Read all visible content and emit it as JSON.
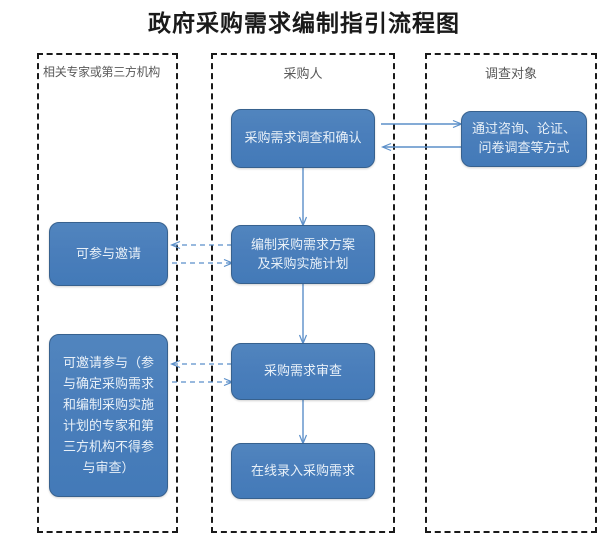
{
  "title": "政府采购需求编制指引流程图",
  "lanes": [
    {
      "id": "experts",
      "label": "相关专家或第三方机构"
    },
    {
      "id": "purchaser",
      "label": "采购人"
    },
    {
      "id": "survey-target",
      "label": "调查对象"
    }
  ],
  "nodes": {
    "survey_confirm": "采购需求调查和确认",
    "survey_methods": "通过咨询、论证、\n问卷调查等方式",
    "may_join_invite": "可参与邀请",
    "make_plan": "编制采购需求方案\n及采购实施计划",
    "may_invite_review": "可邀请参与（参\n与确定采购需求\n和编制采购实施\n计划的专家和第\n三方机构不得参\n与审查）",
    "demand_review": "采购需求审查",
    "online_entry": "在线录入采购需求"
  },
  "connector_labels": {
    "flow_confirm_to_plan": "采购需求调查和确认 → 编制采购需求方案及采购实施计划",
    "flow_plan_to_review": "编制采购需求方案及采购实施计划 → 采购需求审查",
    "flow_review_to_entry": "采购需求审查 → 在线录入采购需求",
    "flow_confirm_to_methods": "采购需求调查和确认 → 通过咨询、论证、问卷调查等方式",
    "flow_methods_to_confirm": "通过咨询、论证、问卷调查等方式 → 采购需求调查和确认",
    "flow_plan_to_experts": "编制采购需求方案及采购实施计划 ⇄ 可参与邀请",
    "flow_review_to_experts": "采购需求审查 ⇄ 可邀请参与"
  },
  "colors": {
    "node_fill": "#4a7ebb",
    "node_border": "#37618e",
    "node_text": "#e8f0f8",
    "lane_border": "#1a1a1a",
    "lane_label": "#595959",
    "connector_solid": "#5b8fc9",
    "connector_dashed": "#5b8fc9",
    "title_text": "#1a1a1a",
    "background": "#ffffff"
  }
}
